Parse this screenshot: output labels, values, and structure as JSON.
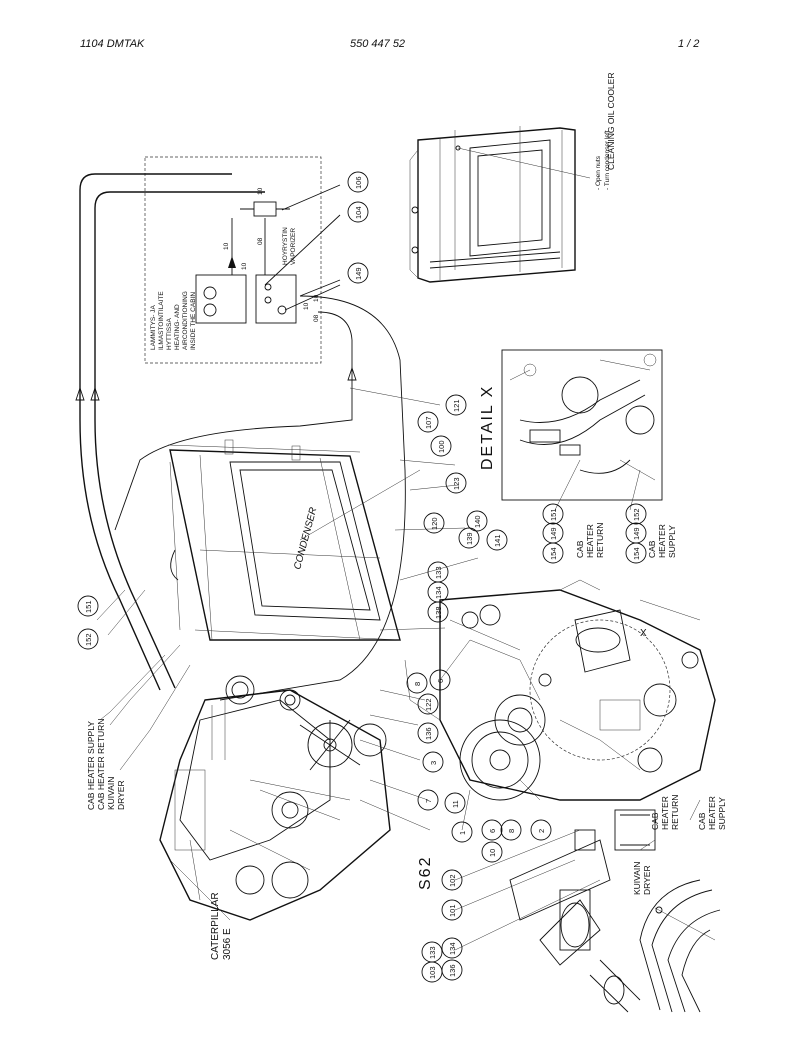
{
  "header": {
    "left": "1104   DMTAK",
    "center": "550 447 52",
    "right": "1 /  2"
  },
  "labels": {
    "cab_heater_supply": "CAB HEATER SUPPLY",
    "cab_heater_return": "CAB HEATER RETURN",
    "kuivain": "KUIVAIN",
    "dryer": "DRYER",
    "caterpillar": "CATERPILLAR",
    "engine_model": "3056 E",
    "condenser": "CONDENSER",
    "detail_x": "DETAIL X",
    "s62": "S62",
    "x_mark": "X",
    "open_nuts": "- Open nuts",
    "turn_condenser": "- Turn condenser left",
    "cleaning_oil_cooler": "CLEANING OIL COOLER",
    "cabin_box": [
      "LAMMITYS- JA",
      "ILMASTOINTILAITE",
      "HYTTISSA",
      "HEATING- AND",
      "AIRCONDITIONING",
      "INSIDE THE CABIN"
    ],
    "vaporizer": [
      "HOYRYSTIN",
      "VAPORIZER"
    ],
    "detail_cab": "CAB",
    "detail_heater": "HEATER",
    "detail_return": "RETURN",
    "detail_supply": "SUPPLY",
    "bot_cab_heater_return": [
      "CAB",
      "HEATER",
      "RETURN"
    ],
    "bot_cab_heater_supply": [
      "CAB",
      "HEATER",
      "SUPPLY"
    ],
    "bot_kuivain": "KUIVAIN",
    "bot_dryer": "DRYER",
    "box_codes": [
      "10",
      "10",
      "08",
      "10",
      "08",
      "10",
      "10"
    ]
  },
  "bubbles": {
    "b106": "106",
    "b104": "104",
    "b149": "149",
    "b121": "121",
    "b107": "107",
    "b100": "100",
    "b123": "123",
    "b120": "120",
    "b139": "139",
    "b140": "140",
    "b141": "141",
    "b138": "138",
    "b134": "134",
    "b133": "133",
    "b151": "151",
    "b152": "152",
    "b154a": "154",
    "b149a": "149",
    "b151a": "151",
    "b154b": "154",
    "b149b": "149",
    "b152b": "152",
    "b8a": "8",
    "b6a": "6",
    "b122": "122",
    "b136": "136",
    "b3": "3",
    "b7": "7",
    "b11": "11",
    "b1": "1",
    "b10": "10",
    "b6b": "6",
    "b8b": "8",
    "b2": "2",
    "b102": "102",
    "b101": "101",
    "b103": "103",
    "b134b": "134",
    "b133b": "133",
    "b136b": "136"
  }
}
